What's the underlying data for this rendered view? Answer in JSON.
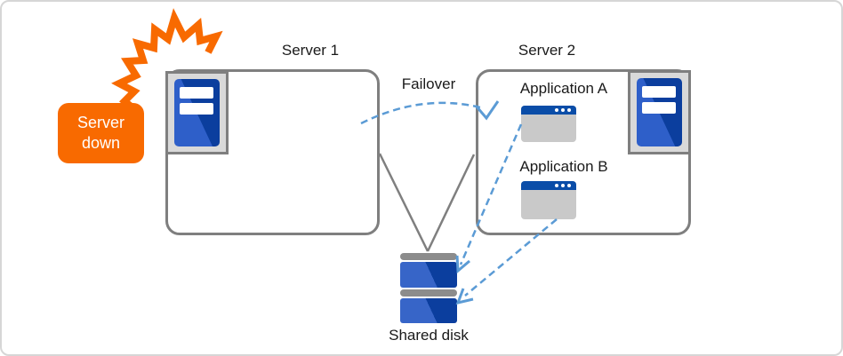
{
  "diagram": {
    "labels": {
      "server1": "Server 1",
      "server2": "Server 2",
      "failover": "Failover",
      "application_a": "Application A",
      "application_b": "Application B",
      "shared_disk": "Shared disk",
      "server_down": "Server down"
    },
    "colors": {
      "alert_orange": "#F86A00",
      "server_blue_light": "#2E5FC9",
      "server_blue_dark": "#0B3E9E",
      "window_titlebar_blue": "#0A4DA8",
      "arrow_blue": "#5B9BD5",
      "outline_gray": "#7F7F7F",
      "plate_gray": "#D9D9D9",
      "window_gray": "#C9C9C9",
      "disk_cap_gray": "#8C8C8C"
    }
  }
}
